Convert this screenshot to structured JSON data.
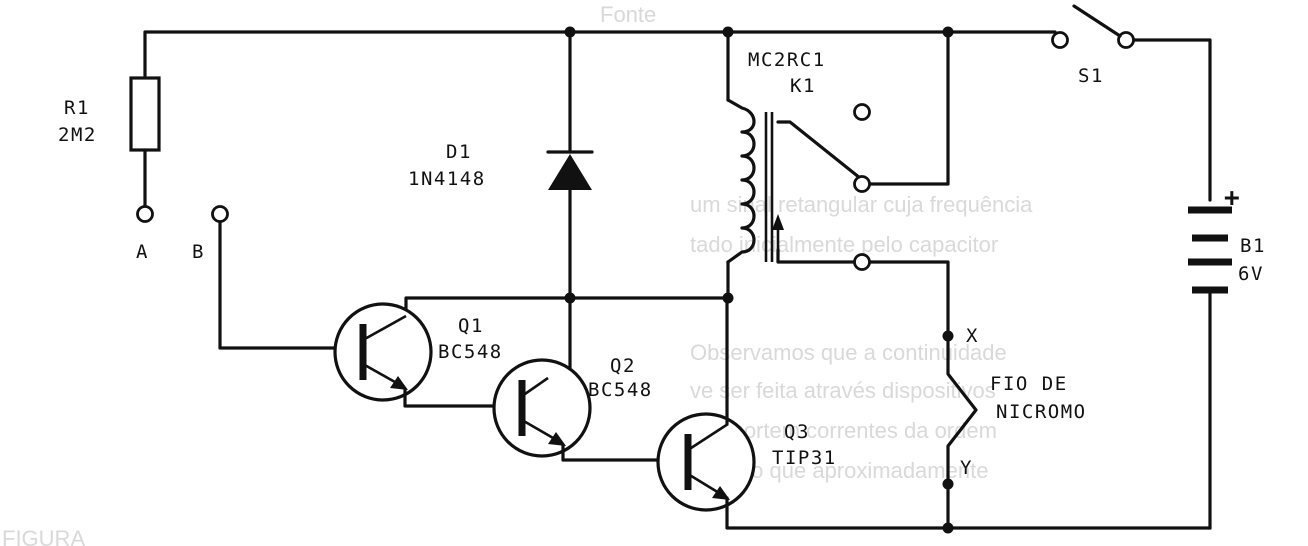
{
  "components": {
    "r1": {
      "ref": "R1",
      "value": "2M2"
    },
    "d1": {
      "ref": "D1",
      "value": "1N4148"
    },
    "relay": {
      "model": "MC2RC1",
      "ref": "K1"
    },
    "s1": {
      "ref": "S1"
    },
    "b1": {
      "ref": "B1",
      "value": "6V",
      "polarity": "+"
    },
    "q1": {
      "ref": "Q1",
      "value": "BC548"
    },
    "q2": {
      "ref": "Q2",
      "value": "BC548"
    },
    "q3": {
      "ref": "Q3",
      "value": "TIP31"
    },
    "wire": {
      "line1": "FIO DE",
      "line2": "NICROMO"
    }
  },
  "terminals": {
    "a": "A",
    "b": "B",
    "x": "X",
    "y": "Y"
  },
  "bleed_through": {
    "lines": [
      "Fonte",
      "um sinal retangular cuja frequência",
      "tado inicialmente pelo capacitor",
      "Observamos que a continuidade",
      "ve ser feita através dispositivos",
      "e suportem correntes da ordem",
      "que é o que aproximadamente",
      "FIGURA"
    ]
  }
}
